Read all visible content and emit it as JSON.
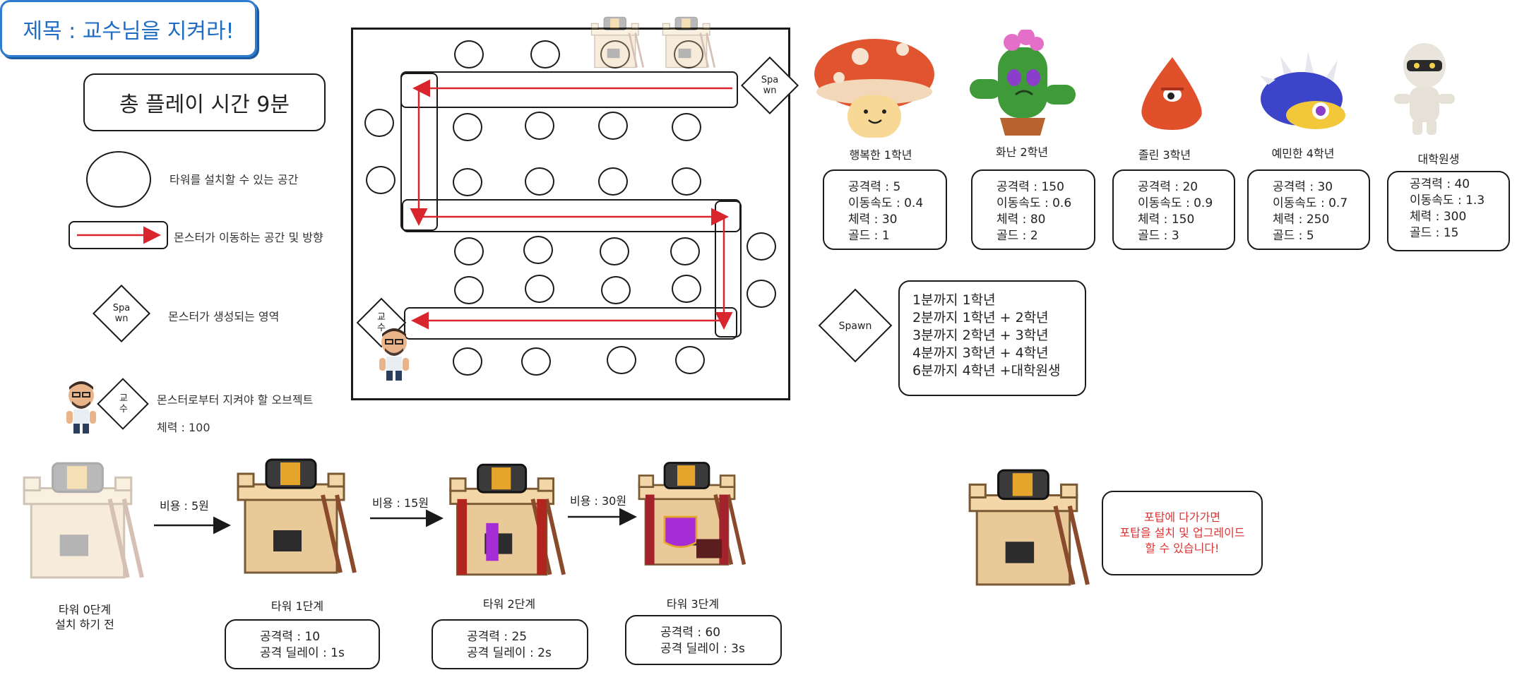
{
  "title": "제목 : 교수님을 지켜라!",
  "play_time": "총 플레이 시간 9분",
  "legend": {
    "tower_slot": "타워를 설치할 수 있는 공간",
    "monster_path": "몬스터가 이동하는 공간 및 방향",
    "spawn_area": "몬스터가 생성되는 영역",
    "spawn_label_1": "Spa",
    "spawn_label_2": "wn",
    "professor_desc": "몬스터로부터 지켜야 할 오브젝트",
    "professor_hp": "체력 : 100",
    "professor_label_1": "교",
    "professor_label_2": "수"
  },
  "map": {
    "spawn_label_1": "Spa",
    "spawn_label_2": "wn",
    "professor_label_1": "교",
    "professor_label_2": "수"
  },
  "monsters": [
    {
      "name": "행복한 1학년",
      "attack": "공격력 : 5",
      "speed": "이동속도 : 0.4",
      "hp": "체력 : 30",
      "gold": "골드 : 1"
    },
    {
      "name": "화난 2학년",
      "attack": "공격력 : 150",
      "speed": "이동속도 : 0.6",
      "hp": "체력 : 80",
      "gold": "골드 : 2"
    },
    {
      "name": "졸린 3학년",
      "attack": "공격력 : 20",
      "speed": "이동속도 : 0.9",
      "hp": "체력 : 150",
      "gold": "골드 : 3"
    },
    {
      "name": "예민한 4학년",
      "attack": "공격력 : 30",
      "speed": "이동속도 : 0.7",
      "hp": "체력 : 250",
      "gold": "골드 : 5"
    },
    {
      "name": "대학원생",
      "attack": "공격력 : 40",
      "speed": "이동속도 : 1.3",
      "hp": "체력 : 300",
      "gold": "골드 : 15"
    }
  ],
  "spawn_schedule": {
    "label": "Spawn",
    "lines": [
      "1분까지 1학년",
      "2분까지 1학년 + 2학년",
      "3분까지 2학년 + 3학년",
      "4분까지 3학년 + 4학년",
      "6분까지 4학년 +대학원생"
    ]
  },
  "towers": [
    {
      "label_1": "타워 0단계",
      "label_2": "설치 하기 전"
    },
    {
      "label_1": "타워 1단계",
      "attack": "공격력 : 10",
      "delay": "공격 딜레이 : 1s"
    },
    {
      "label_1": "타워 2단계",
      "attack": "공격력 : 25",
      "delay": "공격 딜레이 : 2s"
    },
    {
      "label_1": "타워 3단계",
      "attack": "공격력 : 60",
      "delay": "공격 딜레이 : 3s"
    }
  ],
  "costs": [
    "비용 : 5원",
    "비용 : 15원",
    "비용 : 30원"
  ],
  "note": {
    "line1": "포탑에 다가가면",
    "line2": "포탑을 설치 및 업그레이드",
    "line3": "할 수 있습니다!"
  },
  "colors": {
    "title_blue": "#1e6cc4",
    "arrow_red": "#d9262e",
    "note_red": "#d33333"
  }
}
